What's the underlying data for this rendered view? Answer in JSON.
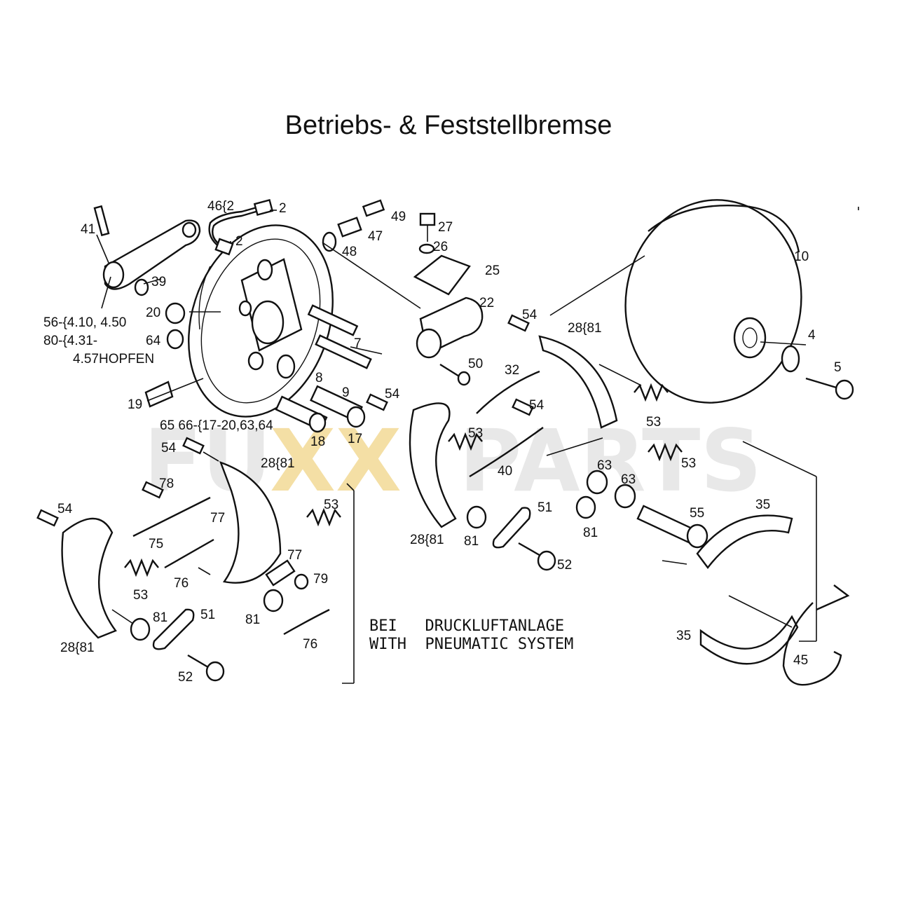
{
  "title": "Betriebs- & Feststellbremse",
  "watermark": {
    "left": "FU",
    "middle": "XX",
    "right": "PARTS"
  },
  "note": {
    "line1": "BEI   DRUCKLUFTANLAGE",
    "line2": "WITH  PNEUMATIC SYSTEM"
  },
  "callouts": [
    "41",
    "46{2",
    "2",
    "2",
    "49",
    "47",
    "48",
    "27",
    "26",
    "25",
    "22",
    "10",
    "39",
    "20",
    "56-{4.10, 4.50",
    "80-{4.31-",
    "4.57HOPFEN",
    "64",
    "7",
    "50",
    "54",
    "28{81",
    "4",
    "5",
    "8",
    "19",
    "9",
    "54",
    "32",
    "53",
    "54",
    "65 66-{17-20,63,64",
    "18",
    "17",
    "53",
    "53",
    "54",
    "28{81",
    "40",
    "63",
    "63",
    "78",
    "53",
    "51",
    "55",
    "35",
    "54",
    "77",
    "75",
    "81",
    "28{81",
    "81",
    "52",
    "76",
    "77",
    "79",
    "53",
    "81",
    "51",
    "35",
    "28{81",
    "81",
    "45",
    "76",
    "52"
  ],
  "colors": {
    "line": "#111111",
    "watermark_gray": "#e6e6e6",
    "watermark_gold": "#f3dc9c"
  }
}
